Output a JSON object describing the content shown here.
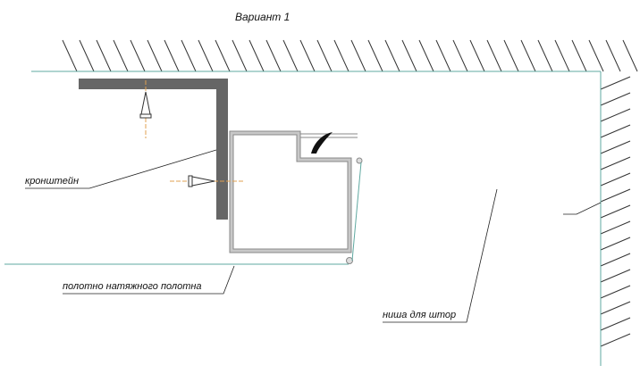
{
  "title": "Вариант 1",
  "labels": {
    "bracket": "кронштейн",
    "canvas": "полотно натяжного полотна",
    "niche": "ниша для штор"
  },
  "colors": {
    "wall_line": "#5fa8a0",
    "bracket": "#666666",
    "profile": "#a8a8a8",
    "axis": "#e0a050"
  }
}
